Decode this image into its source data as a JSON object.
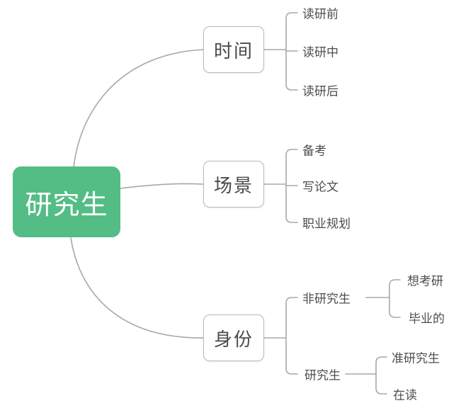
{
  "diagram": {
    "type": "mindmap",
    "direction": "left-to-right"
  },
  "colors": {
    "root-bg": "#54bd86",
    "root-text": "#ffffff",
    "box-border": "#b9b9b9",
    "box-text": "#4a4a4a",
    "leaf-text": "#4d4d4d",
    "line": "#a8a8a8",
    "canvas-bg": "#ffffff"
  },
  "root": {
    "label": "研究生"
  },
  "branches": [
    {
      "label": "时间",
      "children": [
        {
          "label": "读研前"
        },
        {
          "label": "读研中"
        },
        {
          "label": "读研后"
        }
      ]
    },
    {
      "label": "场景",
      "children": [
        {
          "label": "备考"
        },
        {
          "label": "写论文"
        },
        {
          "label": "职业规划"
        }
      ]
    },
    {
      "label": "身份",
      "children": [
        {
          "label": "非研究生",
          "children": [
            {
              "label": "想考研"
            },
            {
              "label": "毕业的"
            }
          ]
        },
        {
          "label": "研究生",
          "children": [
            {
              "label": "准研究生"
            },
            {
              "label": "在读"
            }
          ]
        }
      ]
    }
  ]
}
